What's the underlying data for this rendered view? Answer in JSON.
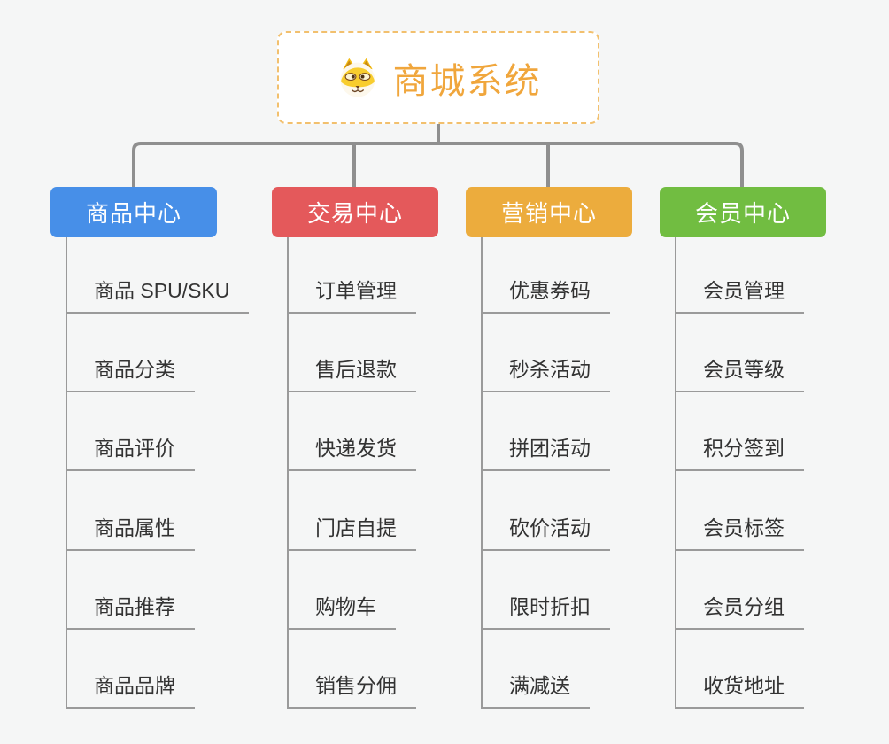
{
  "root": {
    "title": "商城系统",
    "icon": "dog-face-icon",
    "title_color": "#f0a63c",
    "border_color": "#f2c06e"
  },
  "colors": {
    "background": "#f5f6f6",
    "connector": "#8f8f8f",
    "leaf_line": "#9a9a9a",
    "leaf_text": "#333333"
  },
  "branches": [
    {
      "label": "商品中心",
      "color": "#478fe8",
      "items": [
        "商品 SPU/SKU",
        "商品分类",
        "商品评价",
        "商品属性",
        "商品推荐",
        "商品品牌"
      ]
    },
    {
      "label": "交易中心",
      "color": "#e4595b",
      "items": [
        "订单管理",
        "售后退款",
        "快递发货",
        "门店自提",
        "购物车",
        "销售分佣"
      ]
    },
    {
      "label": "营销中心",
      "color": "#ecac3d",
      "items": [
        "优惠券码",
        "秒杀活动",
        "拼团活动",
        "砍价活动",
        "限时折扣",
        "满减送"
      ]
    },
    {
      "label": "会员中心",
      "color": "#71bd41",
      "items": [
        "会员管理",
        "会员等级",
        "积分签到",
        "会员标签",
        "会员分组",
        "收货地址"
      ]
    }
  ]
}
